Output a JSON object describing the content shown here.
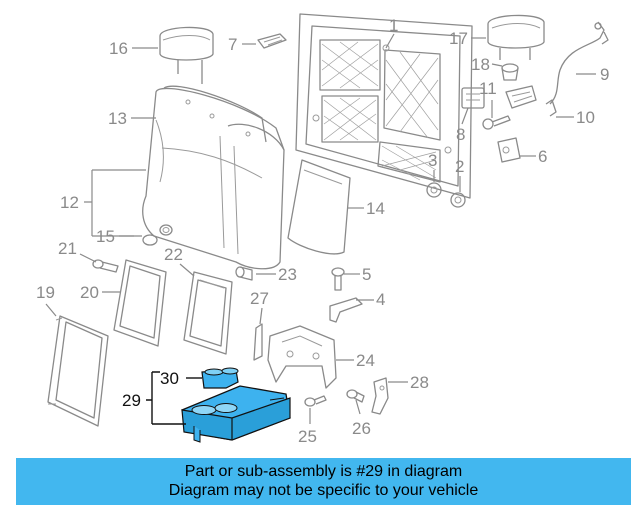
{
  "callouts": {
    "c1": "1",
    "c2": "2",
    "c3": "3",
    "c4": "4",
    "c5": "5",
    "c6": "6",
    "c7": "7",
    "c8": "8",
    "c9": "9",
    "c10": "10",
    "c11": "11",
    "c12": "12",
    "c13": "13",
    "c14": "14",
    "c15": "15",
    "c16": "16",
    "c17": "17",
    "c18": "18",
    "c19": "19",
    "c20": "20",
    "c21": "21",
    "c22": "22",
    "c23": "23",
    "c24": "24",
    "c25": "25",
    "c26": "26",
    "c27": "27",
    "c28": "28",
    "c29": "29",
    "c30": "30"
  },
  "highlight": {
    "part_numbers": [
      "29",
      "30"
    ],
    "fill_color": "#3db2ef",
    "line_color": "#111111"
  },
  "banner": {
    "line1": "Part or sub-assembly is #29 in diagram",
    "line2": "Diagram may not be specific to your vehicle",
    "background": "#42b7ef"
  }
}
